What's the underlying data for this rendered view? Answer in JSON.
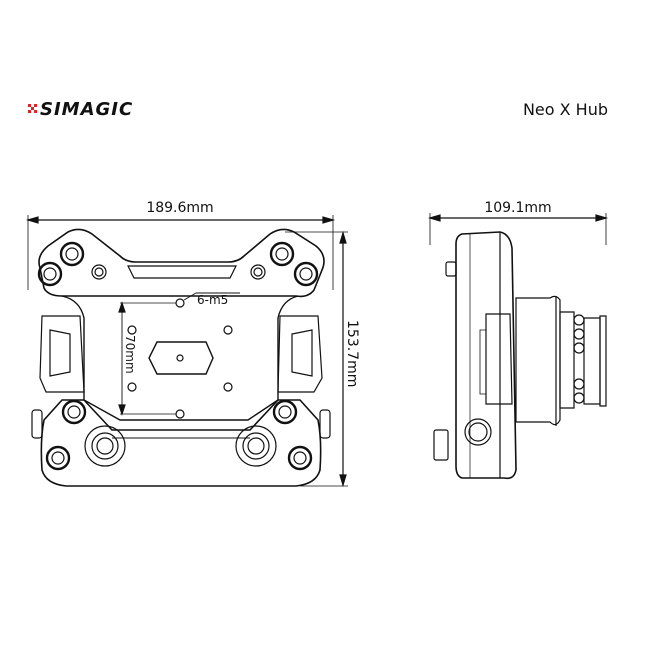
{
  "header": {
    "brand": "SIMAGIC",
    "brand_accent": "#d8262c",
    "product_name": "Neo X Hub"
  },
  "front_view": {
    "width_label": "189.6mm",
    "height_label": "153.7mm",
    "hole_spacing_label": "70mm",
    "screw_label": "6-m5"
  },
  "side_view": {
    "depth_label": "109.1mm"
  }
}
